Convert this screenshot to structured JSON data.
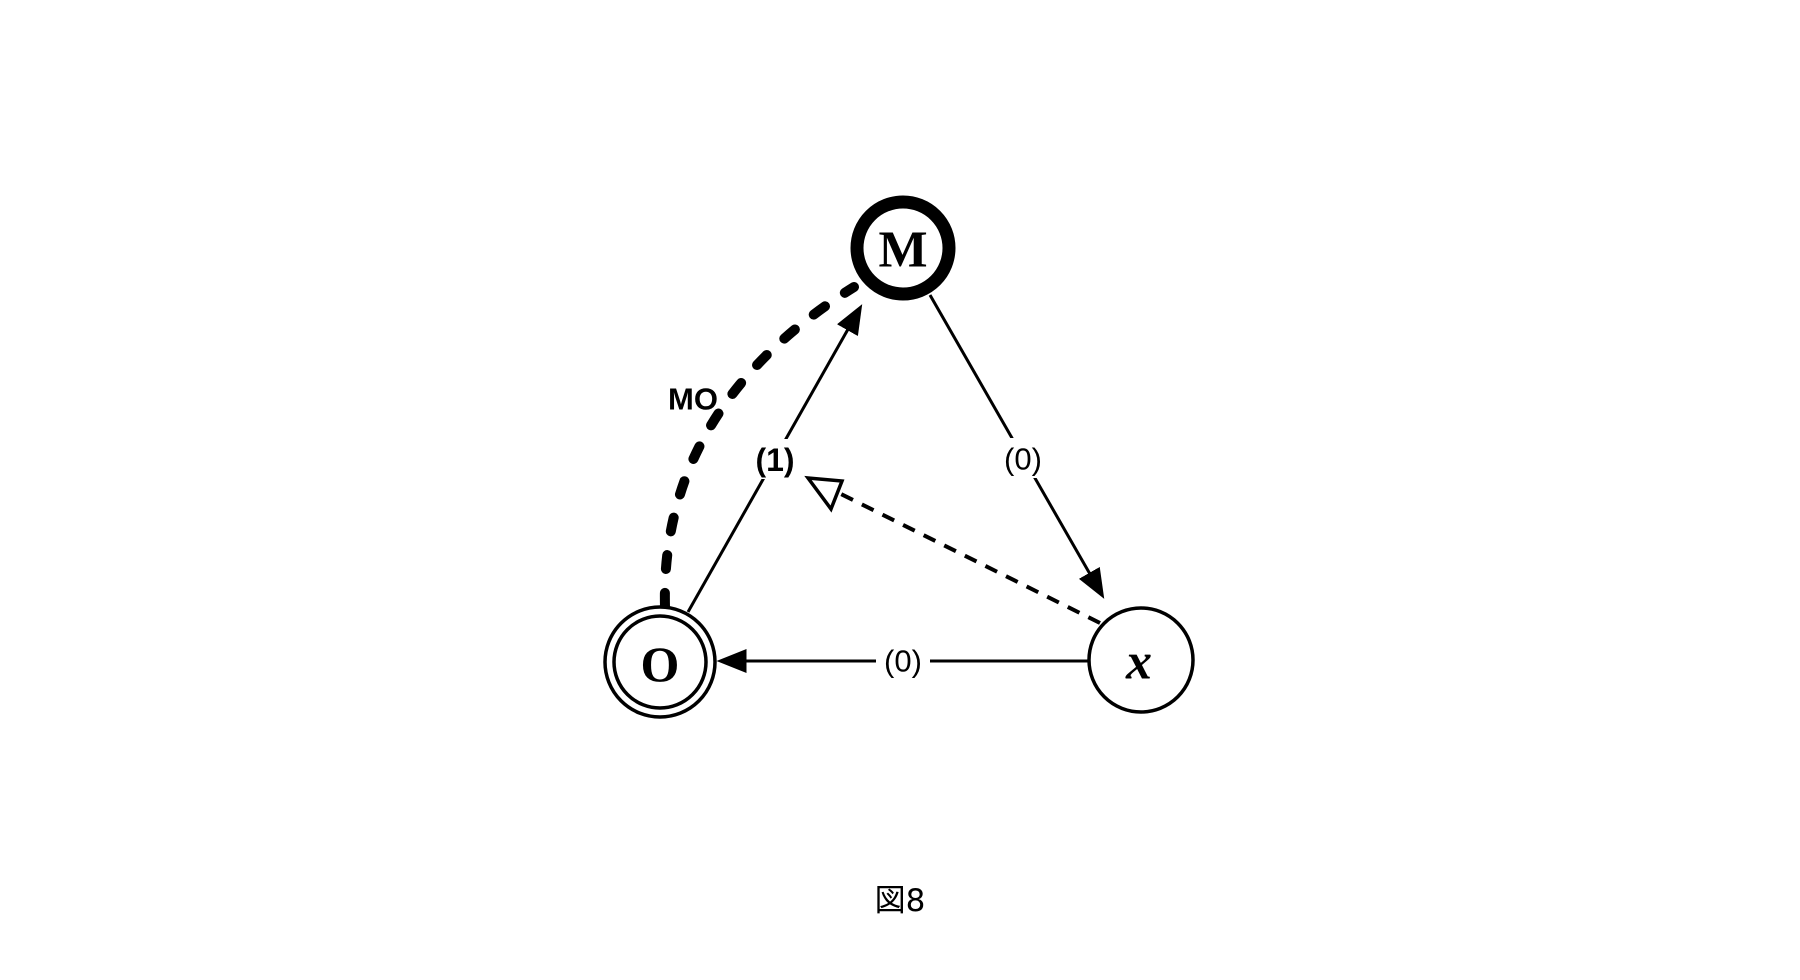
{
  "diagram": {
    "background": "#ffffff",
    "ink": "#000000",
    "nodes": {
      "M": {
        "label": "M",
        "shape": "thick-circle"
      },
      "O": {
        "label": "O",
        "shape": "double-circle"
      },
      "x": {
        "label": "x",
        "shape": "circle"
      }
    },
    "edges": {
      "mo_curve": {
        "label": "MO",
        "from": "O",
        "to": "M",
        "style": "thick-dashed-curve"
      },
      "o_to_m": {
        "label": "(1)",
        "from": "O",
        "to": "M",
        "style": "solid-arrow"
      },
      "m_to_x": {
        "label": "(0)",
        "from": "M",
        "to": "x",
        "style": "solid-arrow"
      },
      "x_to_o": {
        "label": "(0)",
        "from": "x",
        "to": "O",
        "style": "solid-arrow"
      },
      "x_pointer": {
        "label": "",
        "from": "x",
        "to": "o_to_m",
        "style": "thin-dashed-open-arrow"
      }
    },
    "caption": "図8"
  }
}
